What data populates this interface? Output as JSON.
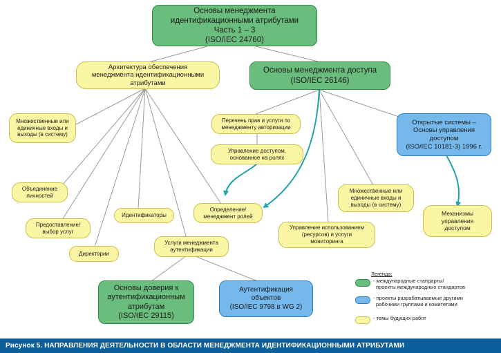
{
  "nodes": {
    "root": [
      "Основы менеджмента",
      "идентификационными атрибутами",
      "Часть 1 – 3",
      "(ISO/IEC 24760)"
    ],
    "arch": [
      "Архитектура обеспечения",
      "менеджмента идентификационными",
      "атрибутами"
    ],
    "access": [
      "Основы менеджмента доступа",
      "(ISO/IEC 26146)"
    ],
    "multi_left": [
      "Множественные или",
      "единичные входы и",
      "выходы (в систему)"
    ],
    "merge": [
      "Объединение",
      "личностей"
    ],
    "provide": [
      "Предоставление/",
      "выбор услуг"
    ],
    "identifiers": [
      "Идентификаторы"
    ],
    "directories": [
      "Директории"
    ],
    "auth_services": [
      "Услуги менеджмента",
      "аутентификации"
    ],
    "rights_list": [
      "Перечень прав и услуги по",
      "менеджменту авторизации"
    ],
    "rbac": [
      "Управление доступом,",
      "основанное на ролях"
    ],
    "roles": [
      "Определение/",
      "менеджмент ролей"
    ],
    "usage": [
      "Управление использованием",
      "(ресурсов) и услуги",
      "мониторинга"
    ],
    "multi_right": [
      "Множественные или",
      "единичные входы и",
      "выходы (в систему)"
    ],
    "open_systems": [
      "Открытые системы –",
      "Основы управления",
      "доступом",
      "(ISO/IEC 10181-3) 1996 г."
    ],
    "mechanisms": [
      "Механизмы",
      "управления",
      "доступом"
    ],
    "trust": [
      "Основы доверия к",
      "аутентификационным",
      "атрибутам",
      "(ISO/IEC 29115)"
    ],
    "object_auth": [
      "Аутентификация",
      "объектов",
      "(ISO/IEC 9798 в WG 2)"
    ]
  },
  "legend": {
    "title": "Легенда:",
    "items": [
      [
        "- международные стандарты/",
        "проекты международных стандартов"
      ],
      [
        "- проекты разрабатываемые другими",
        "рабочими группами и комитетами"
      ],
      [
        "- темы будущих работ"
      ]
    ],
    "colors": [
      "#6abd7d",
      "#74b8ec",
      "#fbf6a4"
    ]
  },
  "caption": "Рисунок 5. НАПРАВЛЕНИЯ ДЕЯТЕЛЬНОСТИ В ОБЛАСТИ МЕНЕДЖМЕНТА ИДЕНТИФИКАЦИОННЫМИ АТРИБУТАМИ",
  "colors": {
    "international": "#6abd7d",
    "other_groups": "#74b8ec",
    "future": "#fbf6a4",
    "arrow": "#1fa3a8",
    "caption_bg": "#0c5f9a"
  }
}
